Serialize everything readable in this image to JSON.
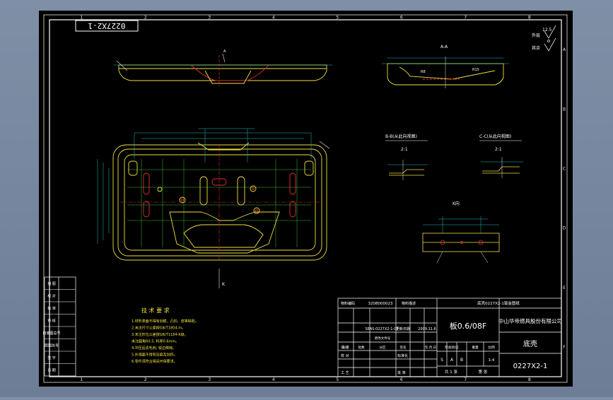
{
  "drawing": {
    "stamp_code": "0227X2-1",
    "section_a_label": "A-A",
    "section_b_label": "B-B(从此向视图)",
    "section_b_scale": "2:1",
    "section_c_label": "C-C(从此向视图)",
    "section_c_scale": "2:1",
    "view_k_label": "K向",
    "view_k_marker": "K",
    "roughness": {
      "value": "12.5",
      "label1": "外层",
      "label2": "其余"
    },
    "col_numbers": [
      "1",
      "2",
      "3",
      "4",
      "5",
      "6",
      "7",
      "8"
    ],
    "row_letters": [
      "A",
      "B",
      "C",
      "D",
      "E",
      "F"
    ]
  },
  "tech_requirements": {
    "title": "技 术 要 求",
    "items": [
      "1.材料表面不得有划痕、凸凹、皮等缺陷。",
      "2.未注尺寸公差按GB/T1804-m。",
      "3.未注形位公差按GB/T1184-K级。",
      "  未注圆角R0.5, 料厚0.6mm。",
      "4.冲压后去毛刺, 锐边倒钝。",
      "5.外观面不得有压痕及划伤。",
      "6.零件须符合相关环保要求。"
    ]
  },
  "left_strip": {
    "rows": [
      "描 图",
      "校 对",
      "标 准",
      "审 核",
      "旧底图总号",
      "底图总号",
      "签 字",
      "日 期"
    ]
  },
  "title_block": {
    "top_left_label": "物料编码",
    "top_code": "3208000023",
    "top_mid_label": "物料描述",
    "top_desc": "底壳0227X2-1钣金图纸",
    "ref_code": "SEAS-0227X2-1-07",
    "ref_label": "更新日期",
    "ref_date": "2009.11.6",
    "change_label": "更改文件号",
    "change_cols": [
      "标记",
      "处数",
      "分区",
      "签名",
      "年.月.日"
    ],
    "design_label": "设 计",
    "check_label": "校 对",
    "std_label": "标准化",
    "approve_label": "批 准",
    "process_label": "工 艺",
    "material": "板0.6/08F",
    "company": "中山华帝燃具股份有限公司",
    "part_name": "底壳",
    "part_code": "0227X2-1",
    "stage_cols": [
      "阶段标记",
      "重量",
      "比例"
    ],
    "stage_marks": [
      "S",
      "A",
      "B"
    ],
    "scale": "1:4",
    "sheets_total": "共 1 张",
    "sheet_no": "第 张"
  }
}
